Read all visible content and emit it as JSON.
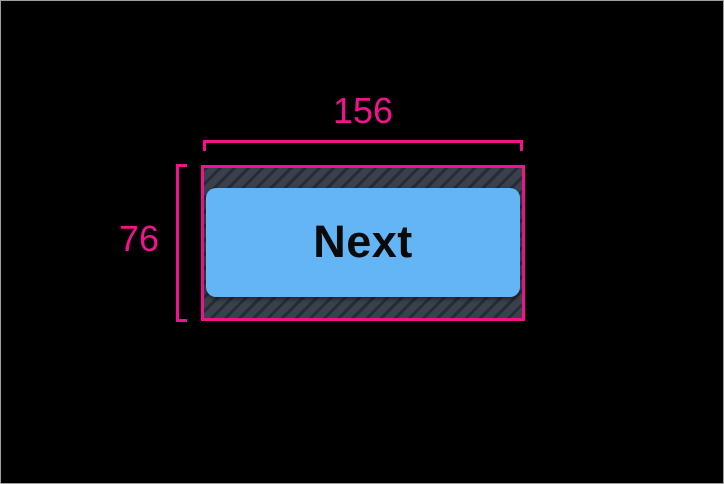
{
  "inspector": {
    "width_label": "156",
    "height_label": "76"
  },
  "button": {
    "label": "Next"
  },
  "colors": {
    "canvas_bg": "#000000",
    "frame_border": "#9E9E9E",
    "accent": "#F0128F",
    "hatch_base": "#39414C",
    "hatch_stripe": "#262C35",
    "button_fill": "#64B5F6",
    "button_text": "#0A0A0A"
  }
}
